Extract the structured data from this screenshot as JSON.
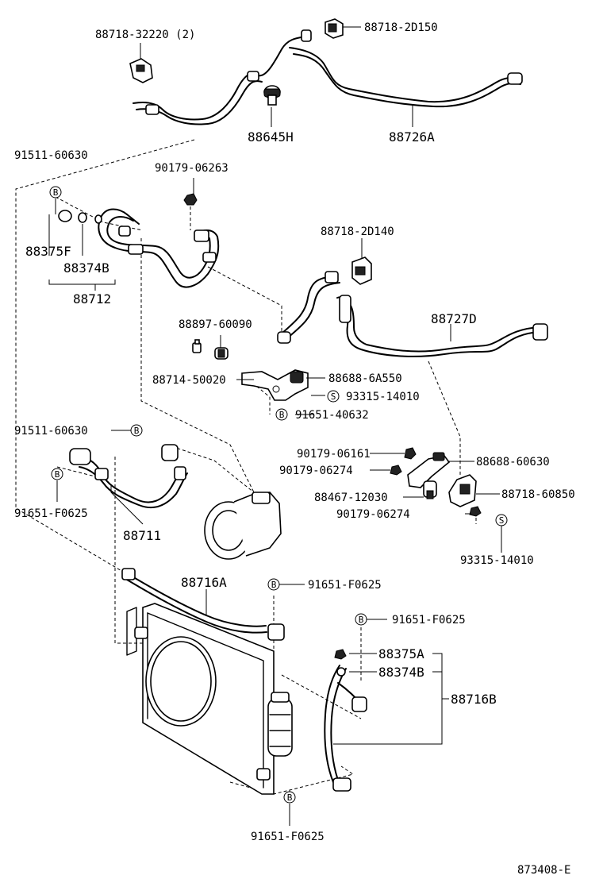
{
  "labels": {
    "p88718_32220": "88718-32220 (2)",
    "p88718_2D150": "88718-2D150",
    "p88645H": "88645H",
    "p88726A": "88726A",
    "p91511_60630_a": "91511-60630",
    "p90179_06263": "90179-06263",
    "p88375F": "88375F",
    "p88374B": "88374B",
    "p88712": "88712",
    "p88718_2D140": "88718-2D140",
    "p88727D": "88727D",
    "p88897_60090": "88897-60090",
    "p88714_50020": "88714-50020",
    "p88688_6A550": "88688-6A550",
    "p93315_14010_a": "93315-14010",
    "p91651_40632": "91651-40632",
    "p91511_60630_b": "91511-60630",
    "p91651_F0625_a": "91651-F0625",
    "p88711": "88711",
    "p90179_06161": "90179-06161",
    "p90179_06274_a": "90179-06274",
    "p88688_60630": "88688-60630",
    "p88467_12030": "88467-12030",
    "p88718_60850": "88718-60850",
    "p90179_06274_b": "90179-06274",
    "p93315_14010_b": "93315-14010",
    "p88716A": "88716A",
    "p91651_F0625_b": "91651-F0625",
    "p91651_F0625_c": "91651-F0625",
    "p88375A": "88375A",
    "p88374B_2": "88374B",
    "p88716B": "88716B",
    "p91651_F0625_d": "91651-F0625",
    "diagram_code": "873408-E"
  },
  "markers": {
    "b": "B",
    "s": "S"
  }
}
